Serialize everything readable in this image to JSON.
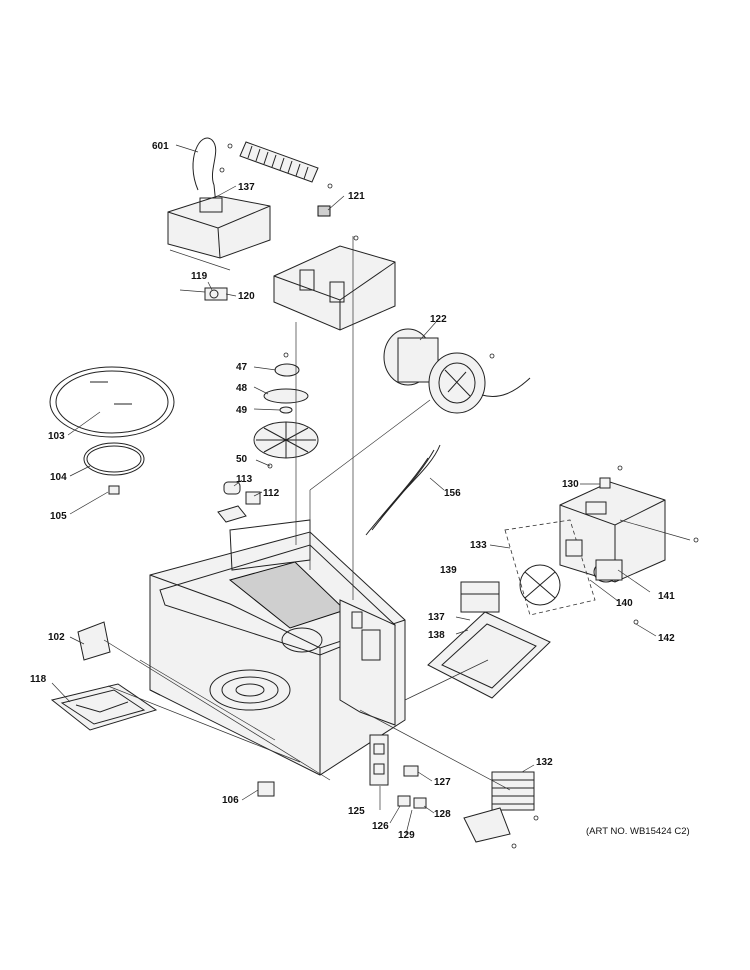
{
  "diagram": {
    "art_number": "(ART NO. WB15424 C2)",
    "callouts": [
      {
        "id": "601",
        "label": "601"
      },
      {
        "id": "137a",
        "label": "137"
      },
      {
        "id": "121",
        "label": "121"
      },
      {
        "id": "119",
        "label": "119"
      },
      {
        "id": "120",
        "label": "120"
      },
      {
        "id": "122",
        "label": "122"
      },
      {
        "id": "47",
        "label": "47"
      },
      {
        "id": "48",
        "label": "48"
      },
      {
        "id": "49",
        "label": "49"
      },
      {
        "id": "50",
        "label": "50"
      },
      {
        "id": "103",
        "label": "103"
      },
      {
        "id": "104",
        "label": "104"
      },
      {
        "id": "105",
        "label": "105"
      },
      {
        "id": "113",
        "label": "113"
      },
      {
        "id": "112",
        "label": "112"
      },
      {
        "id": "156",
        "label": "156"
      },
      {
        "id": "130",
        "label": "130"
      },
      {
        "id": "133",
        "label": "133"
      },
      {
        "id": "139",
        "label": "139"
      },
      {
        "id": "141",
        "label": "141"
      },
      {
        "id": "140",
        "label": "140"
      },
      {
        "id": "137b",
        "label": "137"
      },
      {
        "id": "138",
        "label": "138"
      },
      {
        "id": "142",
        "label": "142"
      },
      {
        "id": "102",
        "label": "102"
      },
      {
        "id": "118",
        "label": "118"
      },
      {
        "id": "106",
        "label": "106"
      },
      {
        "id": "127",
        "label": "127"
      },
      {
        "id": "125",
        "label": "125"
      },
      {
        "id": "126",
        "label": "126"
      },
      {
        "id": "129",
        "label": "129"
      },
      {
        "id": "128",
        "label": "128"
      },
      {
        "id": "132",
        "label": "132"
      }
    ]
  }
}
